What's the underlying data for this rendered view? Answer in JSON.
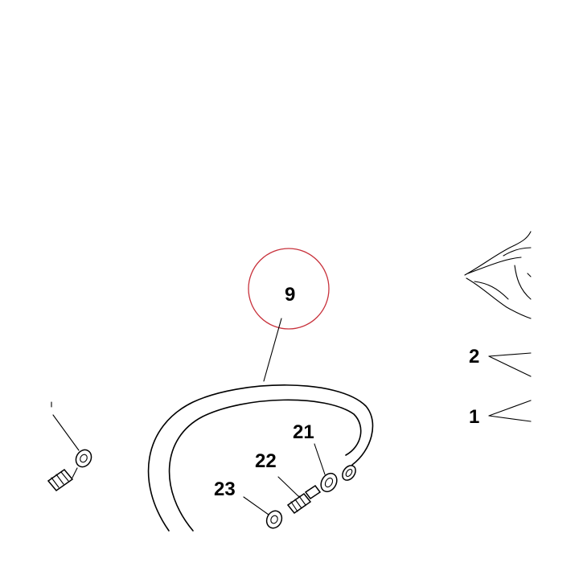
{
  "callouts": {
    "hose": "9",
    "fitting_a": "21",
    "fitting_b": "22",
    "washer": "23",
    "upper_right": "2",
    "lower_right": "1"
  },
  "colors": {
    "line": "#000000",
    "highlight_ring": "#c8323c",
    "background": "#ffffff"
  }
}
